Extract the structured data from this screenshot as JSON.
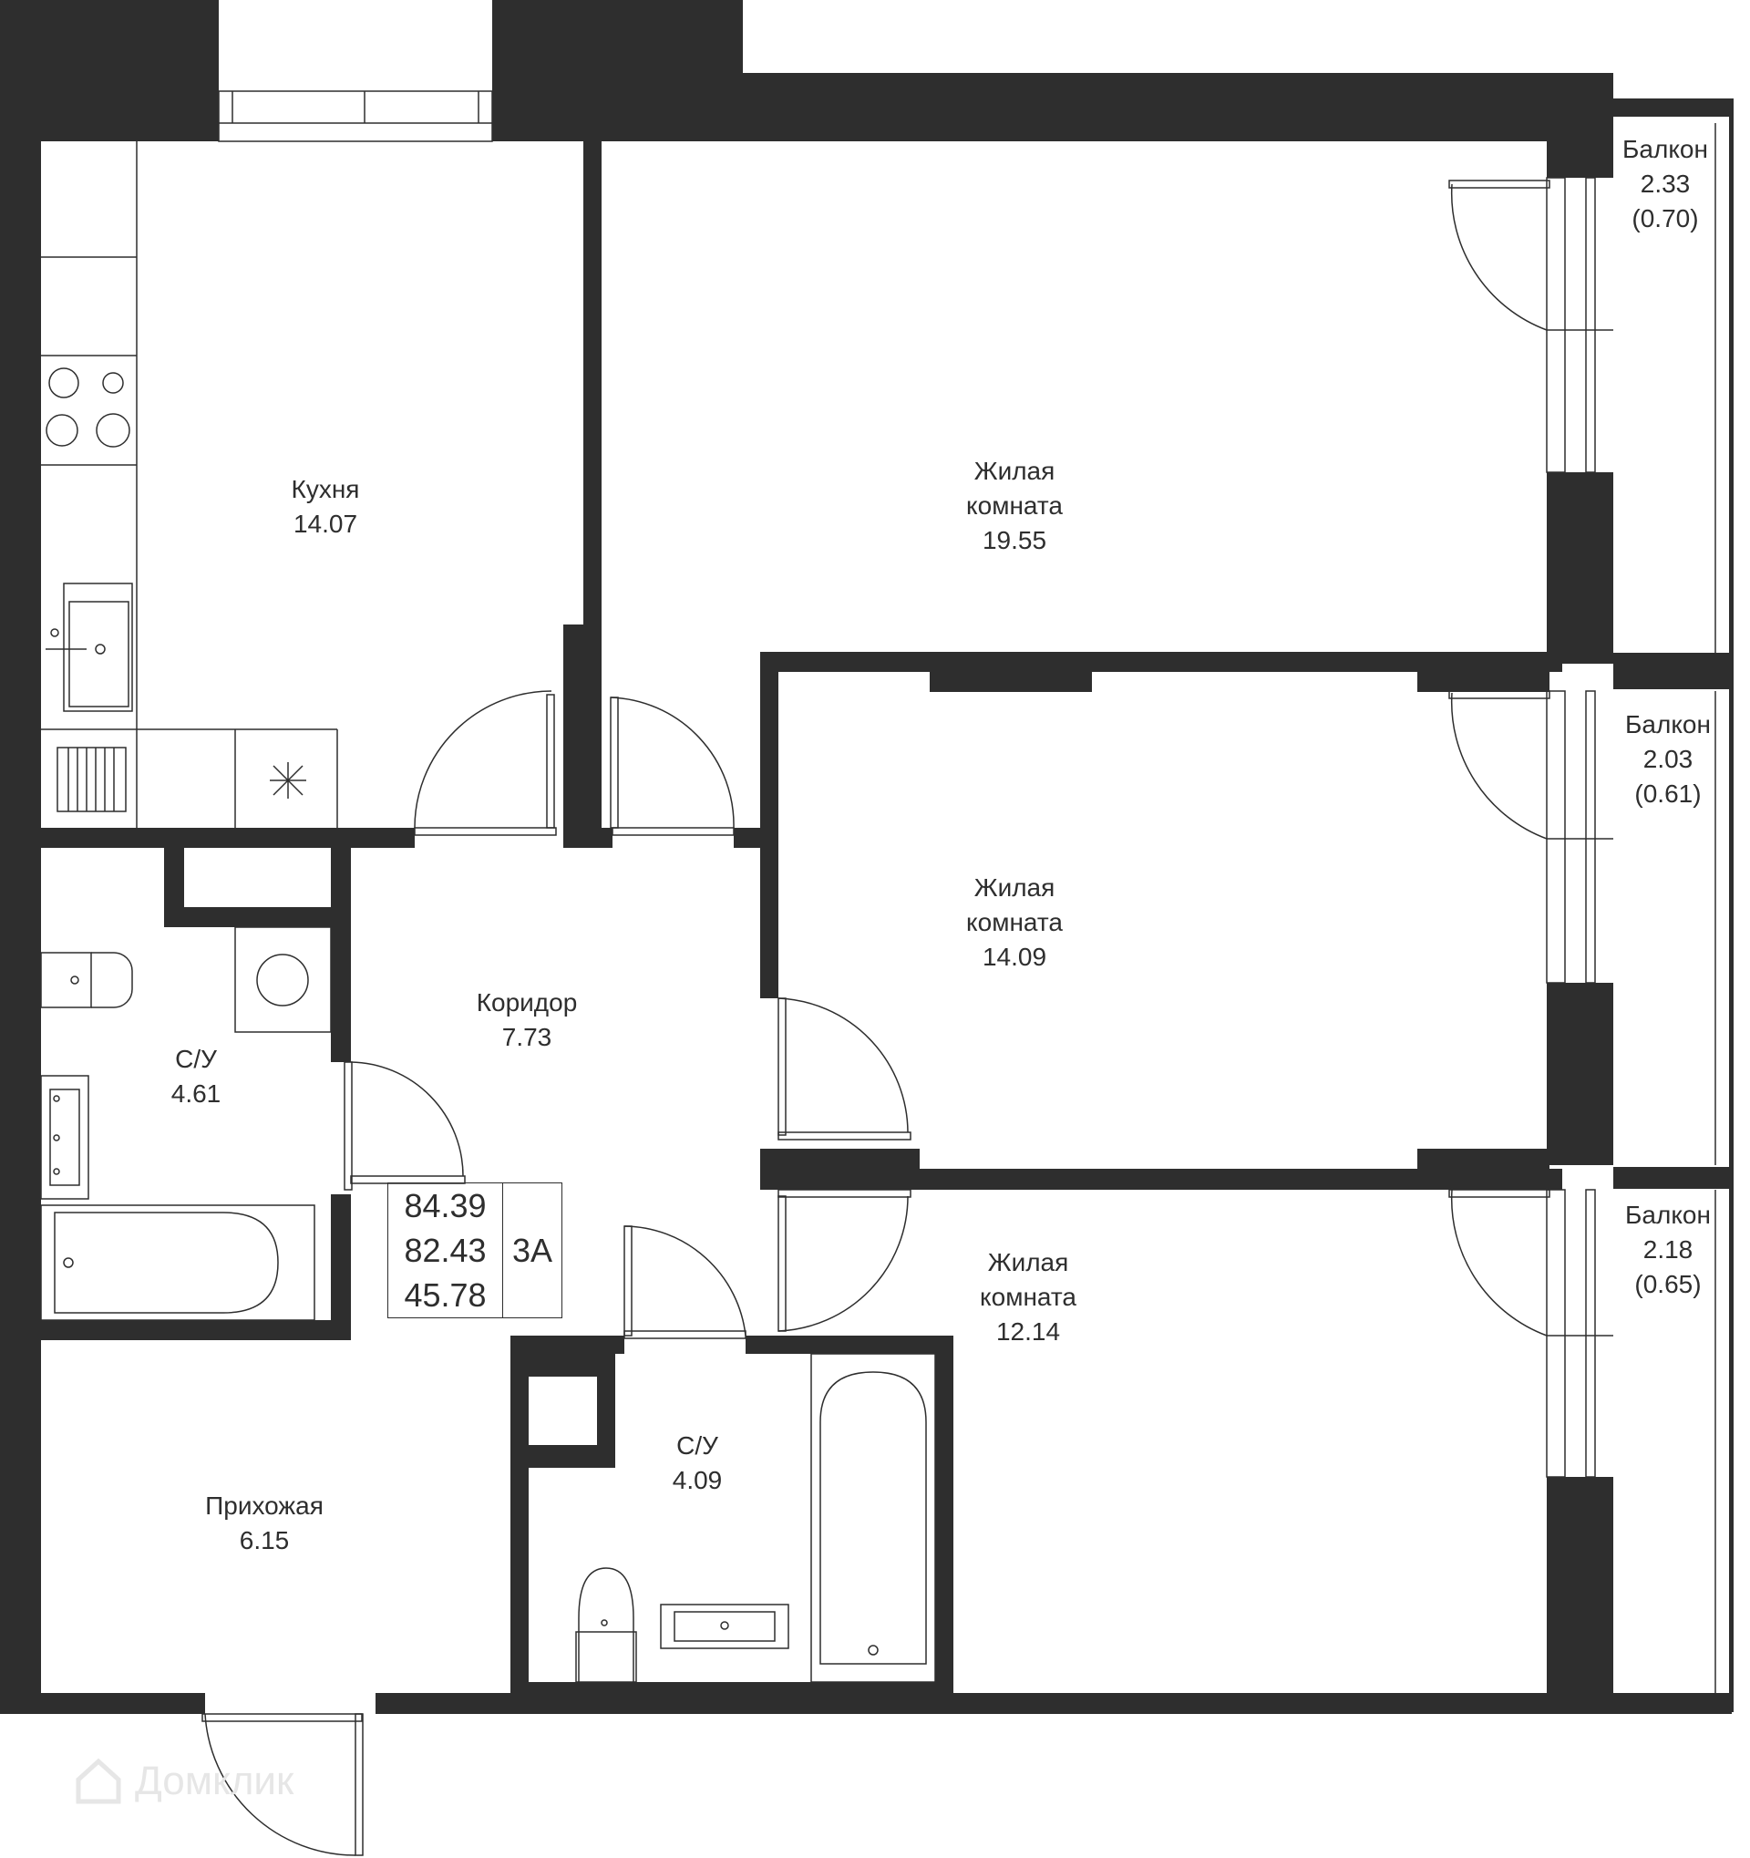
{
  "rooms": {
    "kitchen": {
      "name": "Кухня",
      "area": "14.07"
    },
    "living1": {
      "name_line1": "Жилая",
      "name_line2": "комната",
      "area": "19.55"
    },
    "living2": {
      "name_line1": "Жилая",
      "name_line2": "комната",
      "area": "14.09"
    },
    "living3": {
      "name_line1": "Жилая",
      "name_line2": "комната",
      "area": "12.14"
    },
    "corridor": {
      "name": "Коридор",
      "area": "7.73"
    },
    "bathroom1": {
      "name": "С/У",
      "area": "4.61"
    },
    "bathroom2": {
      "name": "С/У",
      "area": "4.09"
    },
    "hallway": {
      "name": "Прихожая",
      "area": "6.15"
    },
    "balcony1": {
      "name": "Балкон",
      "area": "2.33",
      "reduced": "(0.70)"
    },
    "balcony2": {
      "name": "Балкон",
      "area": "2.03",
      "reduced": "(0.61)"
    },
    "balcony3": {
      "name": "Балкон",
      "area": "2.18",
      "reduced": "(0.65)"
    }
  },
  "summary": {
    "total_area": "84.39",
    "area_without_balconies": "82.43",
    "living_area": "45.78",
    "type": "3А"
  },
  "watermark": {
    "text": "Домклик",
    "icon": "house-icon"
  },
  "colors": {
    "wall": "#2e2e2e",
    "line": "#2e2e2e",
    "background": "#ffffff"
  }
}
